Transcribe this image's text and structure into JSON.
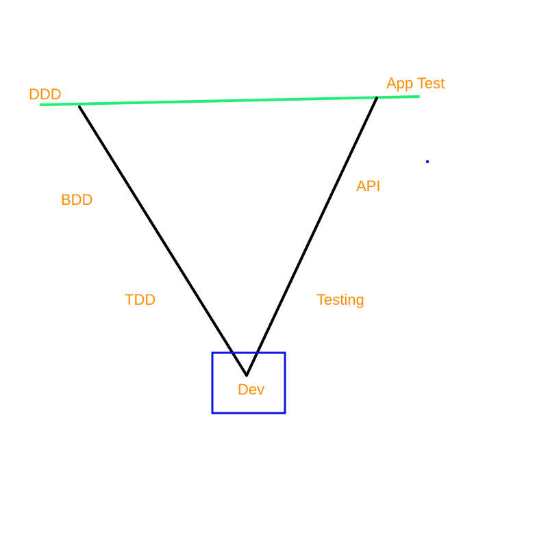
{
  "labels": {
    "ddd": "DDD",
    "app_test": "App Test",
    "bdd": "BDD",
    "api": "API",
    "tdd": "TDD",
    "testing": "Testing",
    "dev": "Dev"
  },
  "colors": {
    "label": "#ff8c00",
    "top_line": "#22ee77",
    "sides": "#000000",
    "box": "#0a14e0",
    "dot": "#0a14e0"
  }
}
